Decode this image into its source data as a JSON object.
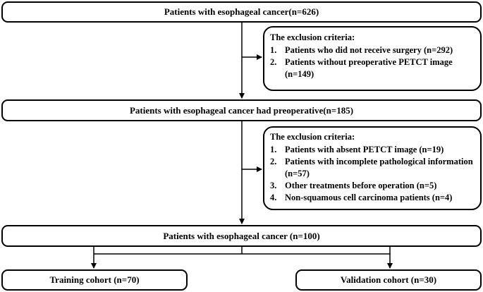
{
  "nodes": {
    "start": "Patients with esophageal cancer(n=626)",
    "preop": "Patients with esophageal cancer had preoperative(n=185)",
    "final": "Patients with esophageal cancer (n=100)",
    "training": "Training cohort (n=70)",
    "validation": "Validation cohort (n=30)"
  },
  "exclusion1": {
    "heading": "The exclusion criteria:",
    "items": [
      {
        "num": "1.",
        "text": "Patients who did not receive surgery (n=292)"
      },
      {
        "num": "2.",
        "text": "Patients without preoperative PETCT image (n=149)"
      }
    ]
  },
  "exclusion2": {
    "heading": "The exclusion criteria:",
    "items": [
      {
        "num": "1.",
        "text": "Patients with absent  PETCT image (n=19)"
      },
      {
        "num": "2.",
        "text": "Patients with incomplete pathological information (n=57)"
      },
      {
        "num": "3.",
        "text": "Other treatments before operation (n=5)"
      },
      {
        "num": "4.",
        "text": "Non-squamous cell carcinoma patients (n=4)"
      }
    ]
  }
}
